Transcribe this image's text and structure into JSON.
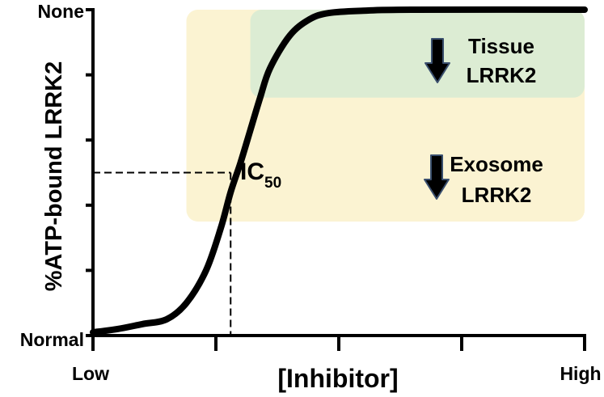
{
  "chart_data": {
    "type": "line",
    "xlabel": "[Inhibitor]",
    "ylabel": "%ATP-bound LRRK2",
    "x_tick_labels": {
      "start": "Low",
      "end": "High"
    },
    "y_tick_labels": {
      "start": "Normal",
      "end": "None"
    },
    "x_tick_count": 5,
    "y_tick_count": 6,
    "xlim": [
      0,
      1
    ],
    "ylim": [
      0,
      1
    ],
    "series": [
      {
        "points": [
          [
            0.0,
            0.01
          ],
          [
            0.05,
            0.02
          ],
          [
            0.1,
            0.035
          ],
          [
            0.15,
            0.05
          ],
          [
            0.19,
            0.1
          ],
          [
            0.23,
            0.2
          ],
          [
            0.26,
            0.33
          ],
          [
            0.28,
            0.44
          ],
          [
            0.3,
            0.53
          ],
          [
            0.32,
            0.63
          ],
          [
            0.34,
            0.73
          ],
          [
            0.36,
            0.82
          ],
          [
            0.4,
            0.92
          ],
          [
            0.44,
            0.97
          ],
          [
            0.48,
            0.99
          ],
          [
            0.55,
            0.997
          ],
          [
            0.65,
            1.0
          ],
          [
            1.0,
            1.0
          ]
        ]
      }
    ],
    "ic50": {
      "label": "IC",
      "subscript": "50",
      "x": 0.28,
      "y": 0.5
    },
    "regions": [
      {
        "label_line1": "Exosome",
        "label_line2": "LRRK2",
        "x": [
          0.19,
          1.0
        ],
        "y": [
          0.35,
          1.0
        ],
        "color": "#fbf3d2"
      },
      {
        "label_line1": "Tissue",
        "label_line2": "LRRK2",
        "x": [
          0.32,
          1.0
        ],
        "y": [
          0.73,
          1.0
        ],
        "color": "#dcecd3"
      }
    ],
    "arrow_color": "#000000",
    "arrow_outline": "#3a4f6e",
    "line_color": "#000000"
  }
}
